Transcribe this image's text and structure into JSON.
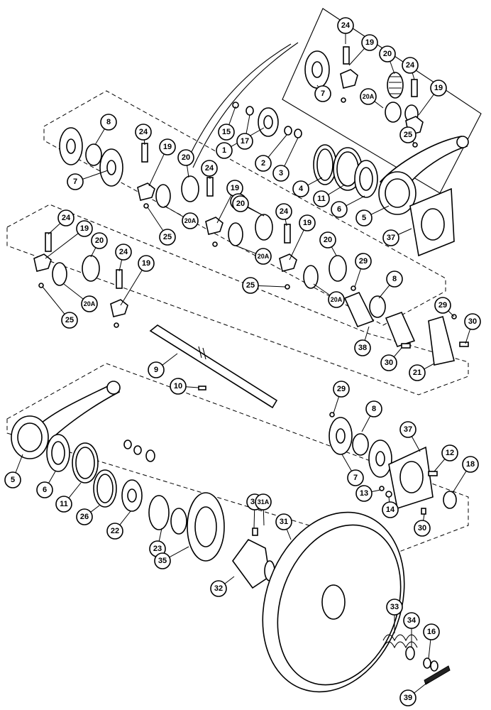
{
  "diagram": {
    "callouts": [
      "24",
      "19",
      "20",
      "24",
      "20A",
      "19",
      "7",
      "25",
      "8",
      "7",
      "15",
      "17",
      "1",
      "2",
      "3",
      "24",
      "19",
      "20",
      "24",
      "19",
      "20",
      "20A",
      "25",
      "4",
      "11",
      "6",
      "5",
      "37",
      "24",
      "19",
      "20",
      "24",
      "19",
      "20A",
      "25",
      "20",
      "24",
      "19",
      "20A",
      "25",
      "20",
      "20A",
      "29",
      "8",
      "29",
      "30",
      "38",
      "30",
      "21",
      "9",
      "10",
      "29",
      "8",
      "37",
      "12",
      "18",
      "7",
      "13",
      "14",
      "30",
      "5",
      "6",
      "11",
      "26",
      "22",
      "23",
      "35",
      "36",
      "31A",
      "31",
      "32",
      "33",
      "34",
      "16",
      "39"
    ]
  }
}
